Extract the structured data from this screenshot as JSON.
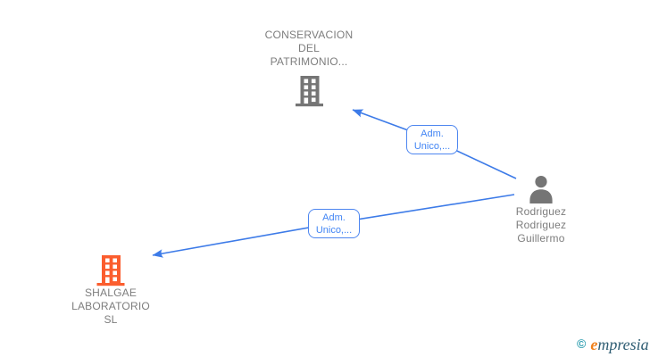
{
  "diagram_type": "company-relations-network",
  "colors": {
    "bg": "#ffffff",
    "edge_blue": "#3d7be8",
    "label_text": "#4285f4",
    "label_border": "#4d86f0",
    "node_gray": "#757575",
    "text_gray": "#7d7d7d",
    "company_orange": "#fb5d2e",
    "logo_teal": "#2f9eb0",
    "logo_orange": "#ef7f1a",
    "logo_dark": "#2f5d73"
  },
  "nodes": {
    "company_top": {
      "type": "company",
      "label_lines": [
        "CONSERVACION",
        "DEL",
        "PATRIMONIO..."
      ]
    },
    "person": {
      "type": "person",
      "label_lines": [
        "Rodriguez",
        "Rodriguez",
        "Guillermo"
      ]
    },
    "company_bottom": {
      "type": "company",
      "highlighted": true,
      "label_lines": [
        "SHALGAE",
        "LABORATORIO",
        "SL"
      ]
    }
  },
  "edges": [
    {
      "from": "person",
      "to": "company_top",
      "label_lines": [
        "Adm.",
        "Unico,..."
      ]
    },
    {
      "from": "person",
      "to": "company_bottom",
      "label_lines": [
        "Adm.",
        "Unico,..."
      ]
    }
  ],
  "footer": {
    "copyright": "©",
    "brand_e": "e",
    "brand_rest": "mpresia"
  }
}
